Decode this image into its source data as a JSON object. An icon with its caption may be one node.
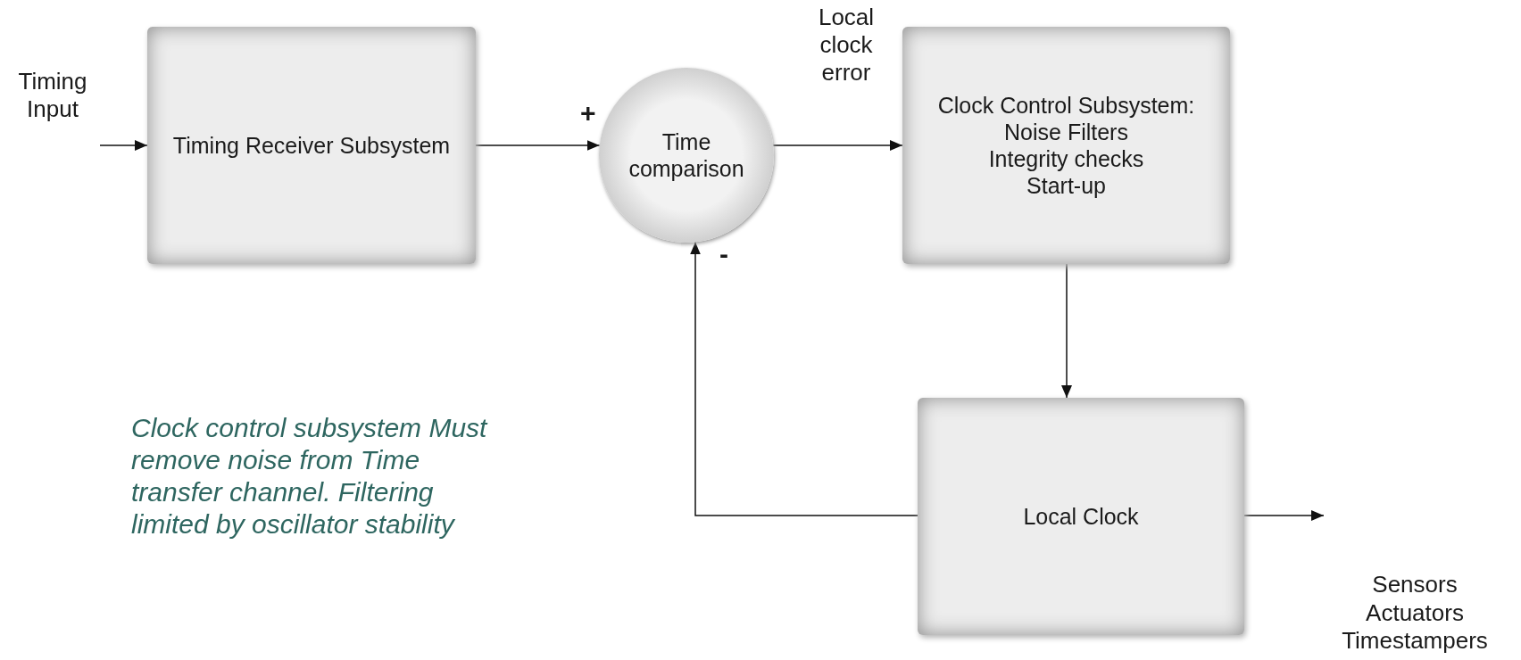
{
  "diagram": {
    "nodes": [
      {
        "text": [
          "Timing Input"
        ]
      },
      {
        "text": [
          "Timing Receiver Subsystem"
        ]
      },
      {
        "text": [
          "Time comparison"
        ]
      },
      {
        "text": [
          "Clock Control Subsystem:",
          "Noise Filters",
          "Integrity checks",
          "Start-up"
        ]
      },
      {
        "text": [
          "Local Clock"
        ]
      },
      {
        "text": [
          "Sensors",
          "Actuators",
          "Timestampers"
        ]
      }
    ],
    "edges": [
      {
        "from": 0,
        "to": 1,
        "arrow": "to"
      },
      {
        "from": 1,
        "to": 2,
        "arrow": "to"
      },
      {
        "from": 2,
        "to": 3,
        "arrow": "to",
        "label": "Local clock error"
      },
      {
        "from": 3,
        "to": 4,
        "arrow": "to"
      },
      {
        "from": 4,
        "to": 2,
        "arrow": "to"
      },
      {
        "from": 4,
        "to": 5,
        "arrow": "to"
      }
    ],
    "labels": [
      "+",
      "-",
      "Clock control subsystem Must remove noise from Time transfer channel. Filtering limited by oscillator stability"
    ]
  }
}
